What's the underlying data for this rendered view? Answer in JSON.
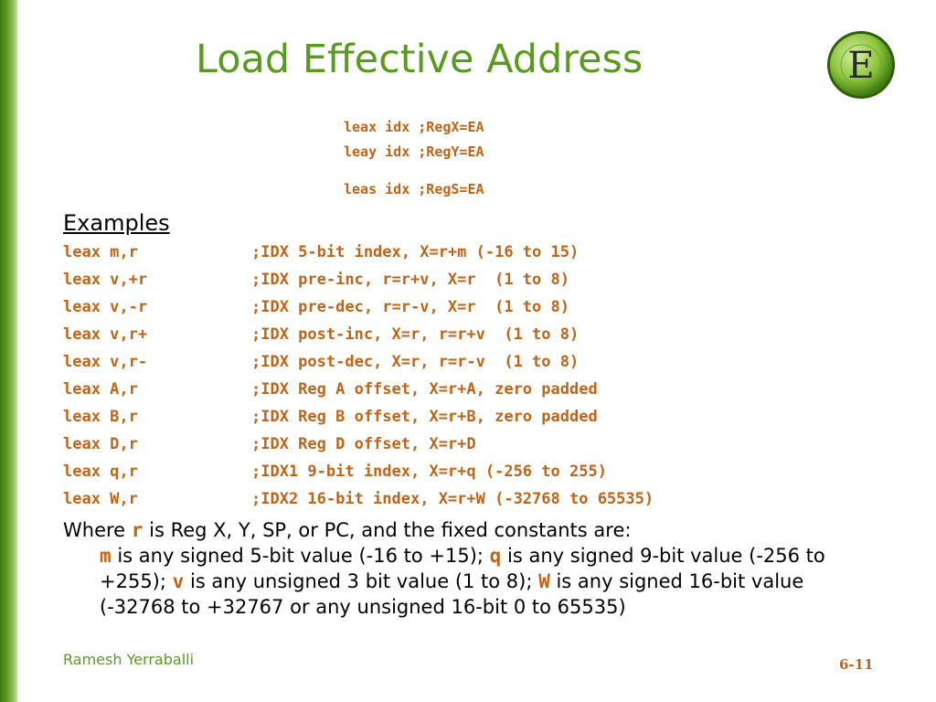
{
  "title": "Load Effective Address",
  "logo": {
    "letter": "E"
  },
  "header_lines": [
    {
      "mnemonic": "leax idx",
      "comment": ";RegX=EA"
    },
    {
      "mnemonic": "leay idx",
      "comment": ";RegY=EA"
    },
    {
      "mnemonic": "leas idx",
      "comment": ";RegS=EA"
    }
  ],
  "examples_title": "Examples",
  "examples": [
    {
      "instr": "leax m,r",
      "comment": ";IDX 5-bit index, X=r+m (-16 to 15)"
    },
    {
      "instr": "leax v,+r",
      "comment": ";IDX pre-inc, r=r+v, X=r  (1 to 8)"
    },
    {
      "instr": "leax v,-r",
      "comment": ";IDX pre-dec, r=r-v, X=r  (1 to 8)"
    },
    {
      "instr": "leax v,r+",
      "comment": ";IDX post-inc, X=r, r=r+v  (1 to 8)"
    },
    {
      "instr": "leax v,r-",
      "comment": ";IDX post-dec, X=r, r=r-v  (1 to 8)"
    },
    {
      "instr": "leax A,r",
      "comment": ";IDX Reg A offset, X=r+A, zero padded"
    },
    {
      "instr": "leax B,r",
      "comment": ";IDX Reg B offset, X=r+B, zero padded"
    },
    {
      "instr": "leax D,r",
      "comment": ";IDX Reg D offset, X=r+D"
    },
    {
      "instr": "leax q,r",
      "comment": ";IDX1 9-bit index, X=r+q (-256 to 255)"
    },
    {
      "instr": "leax W,r",
      "comment": ";IDX2 16-bit index, X=r+W (-32768 to 65535)"
    }
  ],
  "where": {
    "lead": "Where",
    "r": "r",
    "r_text": "is Reg X, Y, SP, or PC, and the fixed constants are:",
    "m": "m",
    "m_text": "is any signed 5-bit value (-16 to +15);",
    "q": "q",
    "q_text": "is any signed 9-bit value (-256 to +255);",
    "v": "v",
    "v_text": "is any unsigned 3 bit value (1 to 8);",
    "w": "W",
    "w_text": "is any signed 16-bit value (-32768 to +32767 or any unsigned 16-bit 0 to 65535)"
  },
  "footer": {
    "author": "Ramesh Yerraballi",
    "page": "6-11"
  },
  "colors": {
    "accent_green": "#5a9a1e",
    "code_orange": "#c06418"
  }
}
